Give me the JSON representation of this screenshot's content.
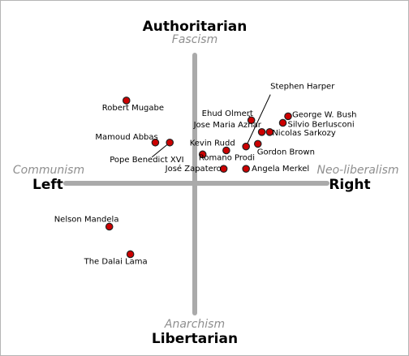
{
  "chart_data": {
    "type": "scatter",
    "axes": {
      "top": "Authoritarian",
      "top_sub": "Fascism",
      "bottom": "Libertarian",
      "bottom_sub": "Anarchism",
      "left": "Left",
      "left_sub": "Communism",
      "right": "Right",
      "right_sub": "Neo-liberalism"
    },
    "xlim": [
      -10,
      10
    ],
    "ylim": [
      -10,
      10
    ],
    "grid": false,
    "marker_color": "#cc0000",
    "axis_color": "#aaaaaa",
    "points": [
      {
        "name": "Robert Mugabe",
        "x": -5.2,
        "y": 6.3
      },
      {
        "name": "Mamoud Abbas",
        "x": -3.0,
        "y": 3.1
      },
      {
        "name": "Pope Benedict XVI",
        "x": -1.9,
        "y": 3.1
      },
      {
        "name": "Kevin Rudd",
        "x": 0.6,
        "y": 2.2
      },
      {
        "name": "Romano Prodi",
        "x": 2.4,
        "y": 2.5
      },
      {
        "name": "José Zapatero",
        "x": 2.2,
        "y": 1.1
      },
      {
        "name": "Ehud Olmert",
        "x": 4.3,
        "y": 4.8
      },
      {
        "name": "Jose Maria Aznar",
        "x": 5.1,
        "y": 3.9
      },
      {
        "name": "Stephen Harper",
        "x": 3.9,
        "y": 2.8
      },
      {
        "name": "Nicolas Sarkozy",
        "x": 5.7,
        "y": 3.9
      },
      {
        "name": "George W. Bush",
        "x": 7.1,
        "y": 5.1
      },
      {
        "name": "Silvio Berlusconi",
        "x": 6.7,
        "y": 4.6
      },
      {
        "name": "Gordon Brown",
        "x": 4.8,
        "y": 3.0
      },
      {
        "name": "Angela Merkel",
        "x": 3.9,
        "y": 1.1
      },
      {
        "name": "Nelson Mandela",
        "x": -6.5,
        "y": -3.3
      },
      {
        "name": "The Dalai Lama",
        "x": -4.9,
        "y": -5.4
      }
    ]
  }
}
